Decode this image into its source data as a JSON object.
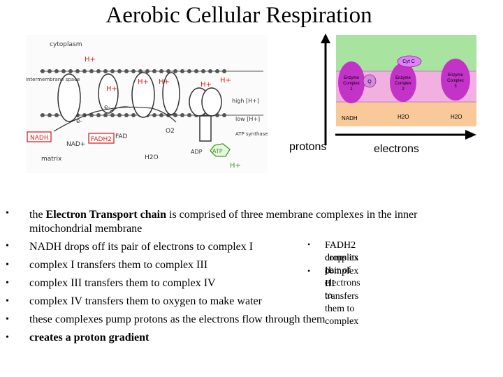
{
  "title": "Aerobic Cellular Respiration",
  "left_diagram": {
    "labels": {
      "cytoplasm": "cytoplasm",
      "intermembrane": "intermembrane space",
      "high": "high [H+]",
      "low": "low [H+]",
      "atp_synthase": "ATP synthase",
      "matrix": "matrix",
      "nadh": "NADH",
      "nad": "NAD+",
      "fadh2": "FADH2",
      "fad": "FAD",
      "o2": "O2",
      "h2o": "H2O",
      "adp": "ADP",
      "atp": "ATP",
      "h_plus": "H+",
      "e_minus": "e-"
    }
  },
  "right_diagram": {
    "cyt_c": "Cyt C",
    "q": "Q",
    "enzyme1": [
      "Enzyme",
      "Complex",
      "1"
    ],
    "enzyme2": [
      "Enzyme",
      "Complex",
      "2"
    ],
    "enzyme3": [
      "Enzyme",
      "Complex",
      "3"
    ],
    "nadh": "NADH",
    "h2o_1": "H2O",
    "h2o_2": "H2O"
  },
  "axis_labels": {
    "protons": "protons",
    "electrons": "electrons"
  },
  "bullets": [
    {
      "pre": "the ",
      "bold": "Electron Transport chain",
      "post": " is comprised of three membrane complexes in the inner"
    },
    {
      "text": "mitochondrial membrane"
    },
    {
      "text": "NADH drops off its pair of electrons to complex I"
    },
    {
      "text": "complex I transfers them to complex III"
    },
    {
      "text": "complex III transfers them to complex IV"
    },
    {
      "text": "complex IV transfers them to oxygen to make water"
    },
    {
      "text": "these complexes pump protons as the electrons flow through them"
    },
    {
      "text": "creates a proton gradient"
    }
  ],
  "side_bullets": [
    {
      "lines": [
        "FADH2 drops its pair of electrons to",
        "complex II"
      ]
    },
    {
      "lines": [
        "complex II transfers them to complex",
        "III"
      ]
    }
  ],
  "bullet_char": "•"
}
